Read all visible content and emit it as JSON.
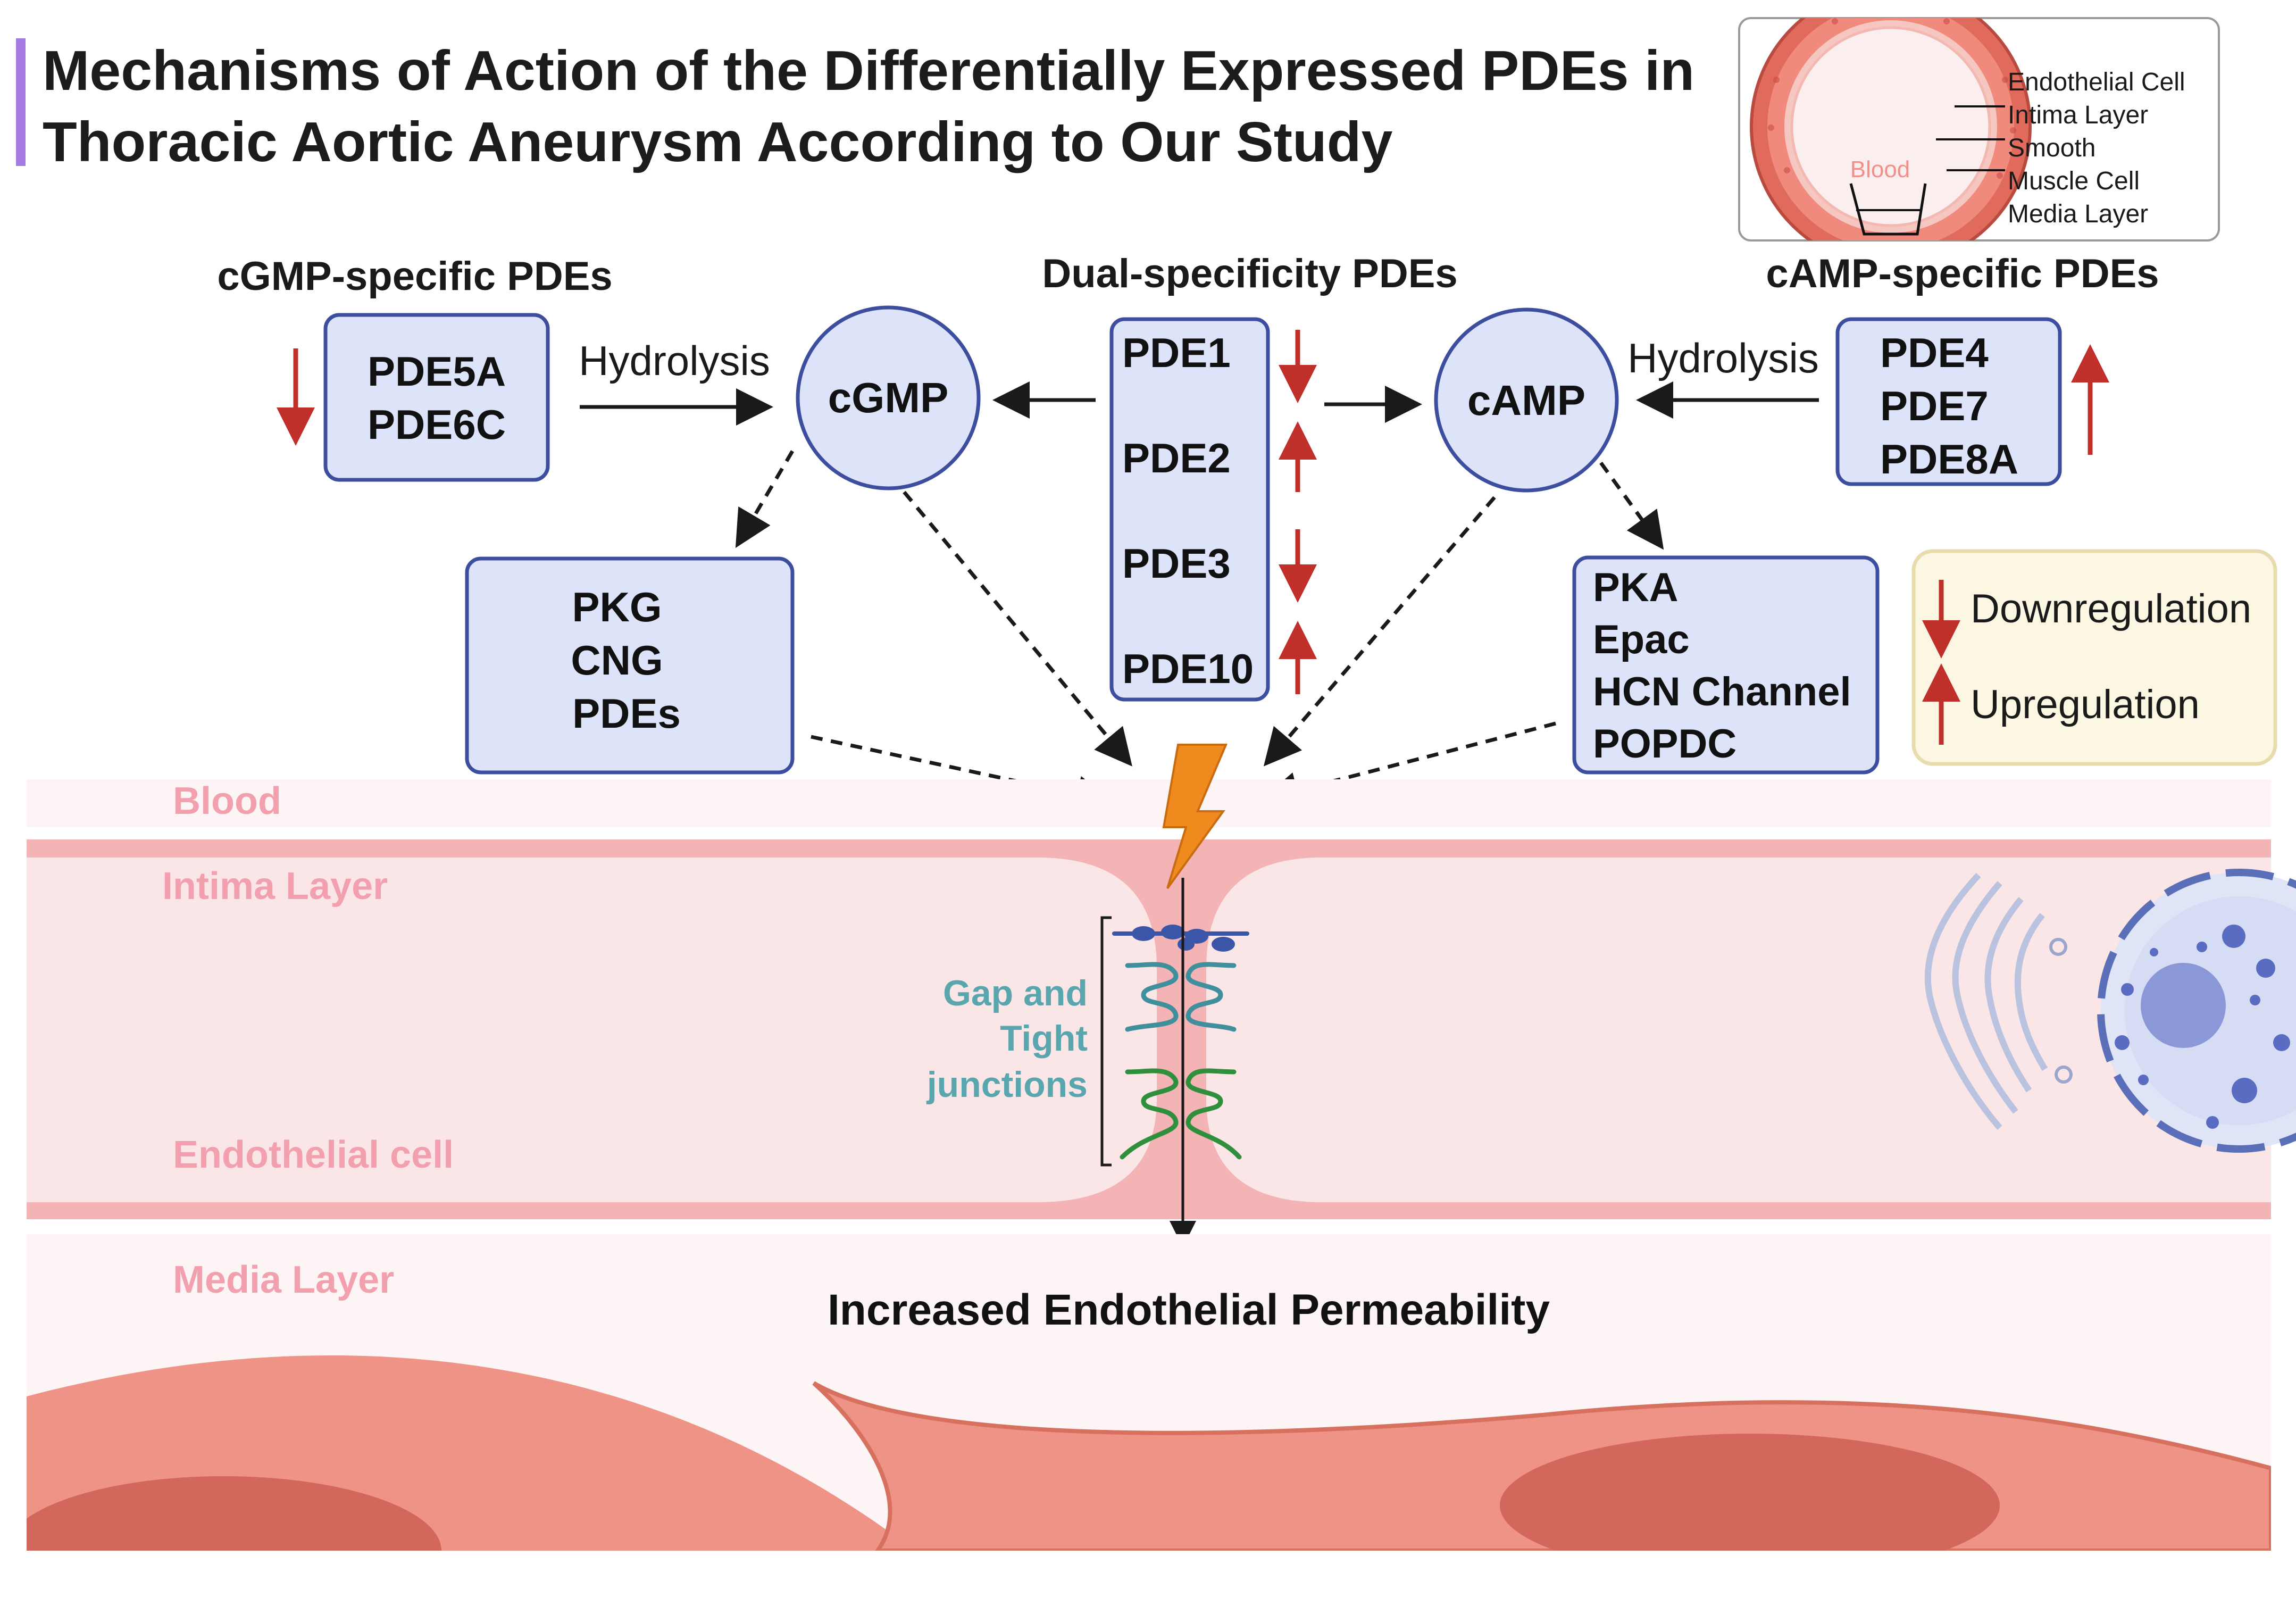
{
  "title": {
    "line1": "Mechanisms of Action of the Differentially Expressed PDEs in",
    "line2": "Thoracic Aortic Aneurysm According to Our Study"
  },
  "inset": {
    "blood_label": "Blood",
    "layers": [
      "Endothelial Cell",
      "Intima Layer",
      "Smooth",
      "Muscle Cell",
      "Media Layer"
    ]
  },
  "groups": {
    "cgmp": {
      "heading": "cGMP-specific PDEs",
      "items": [
        "PDE5A",
        "PDE6C"
      ],
      "arrow": "down"
    },
    "dual": {
      "heading": "Dual-specificity PDEs",
      "items": [
        {
          "label": "PDE1",
          "arrow": "down"
        },
        {
          "label": "PDE2",
          "arrow": "up"
        },
        {
          "label": "PDE3",
          "arrow": "down"
        },
        {
          "label": "PDE10",
          "arrow": "up"
        }
      ]
    },
    "camp": {
      "heading": "cAMP-specific PDEs",
      "items": [
        "PDE4",
        "PDE7",
        "PDE8A"
      ],
      "arrow": "up"
    }
  },
  "hydrolysis_left": "Hydrolysis",
  "hydrolysis_right": "Hydrolysis",
  "messengers": {
    "cgmp": "cGMP",
    "camp": "cAMP"
  },
  "effectors": {
    "cgmp": [
      "PKG",
      "CNG",
      "PDEs"
    ],
    "camp": [
      "PKA",
      "Epac",
      "HCN Channel",
      "POPDC"
    ]
  },
  "legend": {
    "down": "Downregulation",
    "up": "Upregulation"
  },
  "tissue": {
    "blood": "Blood",
    "intima": "Intima Layer",
    "endothelial": "Endothelial cell",
    "media": "Media Layer",
    "junction_lines": [
      "Gap and",
      "Tight",
      "junctions"
    ]
  },
  "outcome": "Increased Endothelial Permeability",
  "colors": {
    "box_fill": "#dde3f8",
    "box_stroke": "#3e4e9e",
    "arrow_red": "#c0302a",
    "tissue_label": "#f2a0ae",
    "junction_text": "#5aa6ae",
    "bolt": "#ee8a1e",
    "legend_fill": "#fcf7e2",
    "legend_stroke": "#e8dcae",
    "muscle": "#ee9385",
    "nucleus": "#d4675c"
  },
  "icons": [
    "lightning-bolt-icon",
    "cell-organelle-icon",
    "vessel-cross-section-icon"
  ]
}
